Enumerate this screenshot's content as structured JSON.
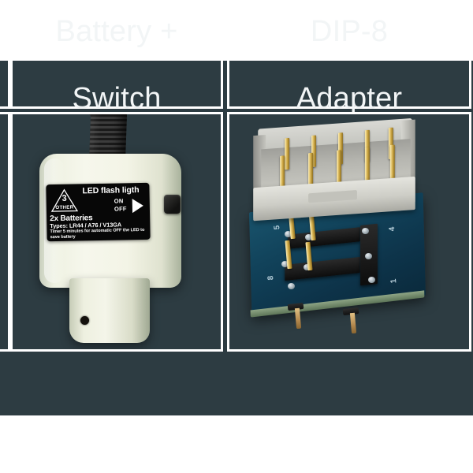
{
  "page": {
    "background_color": "#ffffff",
    "board_color": "#2d3c42",
    "grid_line_color": "#ffffff",
    "title_text_color": "#f2f5f6"
  },
  "columns": [
    {
      "id": "cut-off-left",
      "header": {
        "line1": "",
        "line2": ""
      },
      "photo_caption": "",
      "visible": "partial"
    },
    {
      "id": "battery-switch",
      "header": {
        "line1": "Battery +",
        "line2": "Switch"
      },
      "photo_caption": "battery powered LED flash light module with on/off switch"
    },
    {
      "id": "dip8-adapter",
      "header": {
        "line1": "DIP-8",
        "line2": "Adapter"
      },
      "photo_caption": "DIP-8 programming adapter board with 10-pin IDC box header"
    }
  ],
  "product_label": {
    "title": "LED flash ligth",
    "recycle_mark": {
      "number": "3",
      "word": "OTHER"
    },
    "switch": {
      "on": "ON",
      "off": "OFF",
      "arrow": "right-triangle"
    },
    "battery_count": "2x Batteries",
    "battery_types": "Types: LR44 / A76 / V13GA",
    "timer_note": "Timer 5 minutes  for automatic OFF the LED to save battery",
    "label_background": "#070707",
    "label_text_color": "#ffffff"
  },
  "dip_adapter": {
    "pcb_color": "#11425a",
    "header_shell_color": "#cdcdc6",
    "pin_color": "#cfa944",
    "silkscreen": [
      "5",
      "4",
      "8",
      "1"
    ],
    "header_pin_count": 10,
    "dip_leg_count": 8
  }
}
